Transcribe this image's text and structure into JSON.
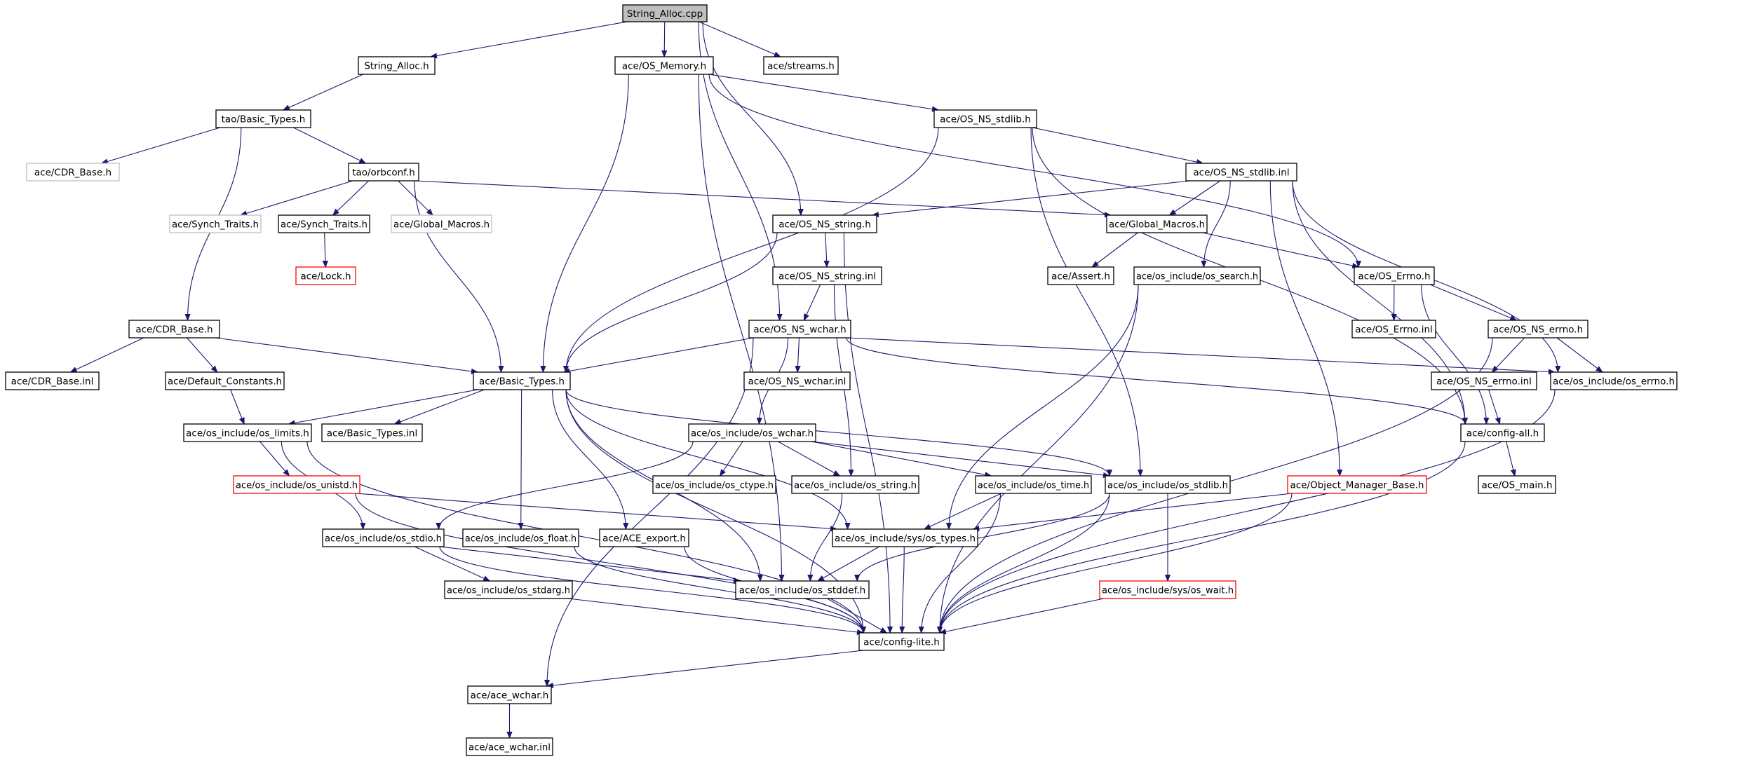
{
  "diagram": {
    "title": "String_Alloc.cpp",
    "nodes": [
      {
        "id": "root",
        "label": "String_Alloc.cpp",
        "style": "root"
      },
      {
        "id": "string_alloc_h",
        "label": "String_Alloc.h",
        "style": "black"
      },
      {
        "id": "os_memory_h",
        "label": "ace/OS_Memory.h",
        "style": "black"
      },
      {
        "id": "streams_h",
        "label": "ace/streams.h",
        "style": "black"
      },
      {
        "id": "tao_basic_types_h",
        "label": "tao/Basic_Types.h",
        "style": "black"
      },
      {
        "id": "os_ns_stdlib_h",
        "label": "ace/OS_NS_stdlib.h",
        "style": "black"
      },
      {
        "id": "cdr_base_gray",
        "label": "ace/CDR_Base.h",
        "style": "gray"
      },
      {
        "id": "orbconf_h",
        "label": "tao/orbconf.h",
        "style": "black"
      },
      {
        "id": "os_ns_stdlib_inl",
        "label": "ace/OS_NS_stdlib.inl",
        "style": "black"
      },
      {
        "id": "synch_traits_gray",
        "label": "ace/Synch_Traits.h",
        "style": "gray"
      },
      {
        "id": "synch_traits_h",
        "label": "ace/Synch_Traits.h",
        "style": "black"
      },
      {
        "id": "global_macros_gray",
        "label": "ace/Global_Macros.h",
        "style": "gray"
      },
      {
        "id": "os_ns_string_h",
        "label": "ace/OS_NS_string.h",
        "style": "black"
      },
      {
        "id": "global_macros_h",
        "label": "ace/Global_Macros.h",
        "style": "black"
      },
      {
        "id": "lock_h",
        "label": "ace/Lock.h",
        "style": "red"
      },
      {
        "id": "os_ns_string_inl",
        "label": "ace/OS_NS_string.inl",
        "style": "black"
      },
      {
        "id": "assert_h",
        "label": "ace/Assert.h",
        "style": "black"
      },
      {
        "id": "os_search_h",
        "label": "ace/os_include/os_search.h",
        "style": "black"
      },
      {
        "id": "os_errno_h",
        "label": "ace/OS_Errno.h",
        "style": "black"
      },
      {
        "id": "cdr_base_h",
        "label": "ace/CDR_Base.h",
        "style": "black"
      },
      {
        "id": "os_ns_wchar_h",
        "label": "ace/OS_NS_wchar.h",
        "style": "black"
      },
      {
        "id": "os_errno_inl",
        "label": "ace/OS_Errno.inl",
        "style": "black"
      },
      {
        "id": "os_ns_errno_h",
        "label": "ace/OS_NS_errno.h",
        "style": "black"
      },
      {
        "id": "cdr_base_inl",
        "label": "ace/CDR_Base.inl",
        "style": "black"
      },
      {
        "id": "default_constants_h",
        "label": "ace/Default_Constants.h",
        "style": "black"
      },
      {
        "id": "basic_types_h",
        "label": "ace/Basic_Types.h",
        "style": "black"
      },
      {
        "id": "os_ns_wchar_inl",
        "label": "ace/OS_NS_wchar.inl",
        "style": "black"
      },
      {
        "id": "os_ns_errno_inl",
        "label": "ace/OS_NS_errno.inl",
        "style": "black"
      },
      {
        "id": "os_include_os_errno_h",
        "label": "ace/os_include/os_errno.h",
        "style": "black"
      },
      {
        "id": "os_limits_h",
        "label": "ace/os_include/os_limits.h",
        "style": "black"
      },
      {
        "id": "basic_types_inl",
        "label": "ace/Basic_Types.inl",
        "style": "black"
      },
      {
        "id": "os_wchar_h",
        "label": "ace/os_include/os_wchar.h",
        "style": "black"
      },
      {
        "id": "config_all_h",
        "label": "ace/config-all.h",
        "style": "black"
      },
      {
        "id": "os_unistd_h",
        "label": "ace/os_include/os_unistd.h",
        "style": "red"
      },
      {
        "id": "os_ctype_h",
        "label": "ace/os_include/os_ctype.h",
        "style": "black"
      },
      {
        "id": "os_string_h",
        "label": "ace/os_include/os_string.h",
        "style": "black"
      },
      {
        "id": "os_time_h",
        "label": "ace/os_include/os_time.h",
        "style": "black"
      },
      {
        "id": "os_stdlib_h",
        "label": "ace/os_include/os_stdlib.h",
        "style": "black"
      },
      {
        "id": "object_manager_base_h",
        "label": "ace/Object_Manager_Base.h",
        "style": "red"
      },
      {
        "id": "os_main_h",
        "label": "ace/OS_main.h",
        "style": "black"
      },
      {
        "id": "os_stdio_h",
        "label": "ace/os_include/os_stdio.h",
        "style": "black"
      },
      {
        "id": "os_float_h",
        "label": "ace/os_include/os_float.h",
        "style": "black"
      },
      {
        "id": "ace_export_h",
        "label": "ace/ACE_export.h",
        "style": "black"
      },
      {
        "id": "sys_os_types_h",
        "label": "ace/os_include/sys/os_types.h",
        "style": "black"
      },
      {
        "id": "os_stdarg_h",
        "label": "ace/os_include/os_stdarg.h",
        "style": "black"
      },
      {
        "id": "os_stddef_h",
        "label": "ace/os_include/os_stddef.h",
        "style": "black"
      },
      {
        "id": "sys_os_wait_h",
        "label": "ace/os_include/sys/os_wait.h",
        "style": "red"
      },
      {
        "id": "config_lite_h",
        "label": "ace/config-lite.h",
        "style": "black"
      },
      {
        "id": "ace_wchar_h",
        "label": "ace/ace_wchar.h",
        "style": "black"
      },
      {
        "id": "ace_wchar_inl",
        "label": "ace/ace_wchar.inl",
        "style": "black"
      }
    ],
    "edges": [
      [
        "root",
        "string_alloc_h"
      ],
      [
        "root",
        "os_memory_h"
      ],
      [
        "root",
        "streams_h"
      ],
      [
        "root",
        "os_ns_string_h"
      ],
      [
        "root",
        "os_ns_wchar_h"
      ],
      [
        "string_alloc_h",
        "tao_basic_types_h"
      ],
      [
        "tao_basic_types_h",
        "cdr_base_gray"
      ],
      [
        "tao_basic_types_h",
        "orbconf_h"
      ],
      [
        "tao_basic_types_h",
        "cdr_base_h"
      ],
      [
        "orbconf_h",
        "synch_traits_gray"
      ],
      [
        "orbconf_h",
        "synch_traits_h"
      ],
      [
        "orbconf_h",
        "global_macros_gray"
      ],
      [
        "orbconf_h",
        "global_macros_h"
      ],
      [
        "orbconf_h",
        "basic_types_h"
      ],
      [
        "synch_traits_h",
        "lock_h"
      ],
      [
        "os_memory_h",
        "os_ns_stdlib_h"
      ],
      [
        "os_memory_h",
        "basic_types_h"
      ],
      [
        "os_memory_h",
        "os_errno_h"
      ],
      [
        "os_memory_h",
        "os_stddef_h"
      ],
      [
        "os_ns_stdlib_h",
        "os_ns_stdlib_inl"
      ],
      [
        "os_ns_stdlib_h",
        "basic_types_h"
      ],
      [
        "os_ns_stdlib_h",
        "os_stdlib_h"
      ],
      [
        "os_ns_stdlib_h",
        "config_all_h"
      ],
      [
        "os_ns_stdlib_inl",
        "os_ns_string_h"
      ],
      [
        "os_ns_stdlib_inl",
        "global_macros_h"
      ],
      [
        "os_ns_stdlib_inl",
        "os_search_h"
      ],
      [
        "os_ns_stdlib_inl",
        "object_manager_base_h"
      ],
      [
        "os_ns_stdlib_inl",
        "os_include_os_errno_h"
      ],
      [
        "os_ns_stdlib_inl",
        "config_all_h"
      ],
      [
        "os_ns_string_h",
        "os_ns_string_inl"
      ],
      [
        "os_ns_string_h",
        "basic_types_h"
      ],
      [
        "os_ns_string_h",
        "config_lite_h"
      ],
      [
        "os_ns_string_inl",
        "os_ns_wchar_h"
      ],
      [
        "os_ns_string_inl",
        "os_string_h"
      ],
      [
        "global_macros_h",
        "assert_h"
      ],
      [
        "global_macros_h",
        "os_errno_h"
      ],
      [
        "os_search_h",
        "sys_os_types_h"
      ],
      [
        "os_search_h",
        "config_lite_h"
      ],
      [
        "os_errno_h",
        "os_errno_inl"
      ],
      [
        "os_errno_h",
        "os_ns_errno_h"
      ],
      [
        "os_errno_h",
        "config_all_h"
      ],
      [
        "os_ns_errno_h",
        "os_ns_errno_inl"
      ],
      [
        "os_ns_errno_h",
        "os_include_os_errno_h"
      ],
      [
        "os_ns_errno_h",
        "config_lite_h"
      ],
      [
        "os_ns_errno_inl",
        "config_all_h"
      ],
      [
        "os_include_os_errno_h",
        "config_lite_h"
      ],
      [
        "cdr_base_h",
        "cdr_base_inl"
      ],
      [
        "cdr_base_h",
        "default_constants_h"
      ],
      [
        "cdr_base_h",
        "basic_types_h"
      ],
      [
        "default_constants_h",
        "os_limits_h"
      ],
      [
        "os_ns_wchar_h",
        "basic_types_h"
      ],
      [
        "os_ns_wchar_h",
        "os_ns_wchar_inl"
      ],
      [
        "os_ns_wchar_h",
        "os_wchar_h"
      ],
      [
        "os_ns_wchar_h",
        "os_include_os_errno_h"
      ],
      [
        "os_ns_wchar_h",
        "config_all_h"
      ],
      [
        "os_ns_wchar_h",
        "ace_wchar_h"
      ],
      [
        "basic_types_h",
        "os_limits_h"
      ],
      [
        "basic_types_h",
        "basic_types_inl"
      ],
      [
        "basic_types_h",
        "os_float_h"
      ],
      [
        "basic_types_h",
        "ace_export_h"
      ],
      [
        "basic_types_h",
        "sys_os_types_h"
      ],
      [
        "basic_types_h",
        "os_stddef_h"
      ],
      [
        "basic_types_h",
        "os_stdlib_h"
      ],
      [
        "basic_types_h",
        "config_lite_h"
      ],
      [
        "os_limits_h",
        "os_unistd_h"
      ],
      [
        "os_limits_h",
        "os_stdio_h"
      ],
      [
        "os_limits_h",
        "config_lite_h"
      ],
      [
        "os_unistd_h",
        "sys_os_types_h"
      ],
      [
        "os_unistd_h",
        "config_lite_h"
      ],
      [
        "os_wchar_h",
        "os_ctype_h"
      ],
      [
        "os_wchar_h",
        "os_string_h"
      ],
      [
        "os_wchar_h",
        "os_time_h"
      ],
      [
        "os_wchar_h",
        "os_stdlib_h"
      ],
      [
        "os_wchar_h",
        "os_stdio_h"
      ],
      [
        "os_string_h",
        "os_stddef_h"
      ],
      [
        "os_time_h",
        "sys_os_types_h"
      ],
      [
        "os_time_h",
        "config_lite_h"
      ],
      [
        "os_stdlib_h",
        "os_stddef_h"
      ],
      [
        "os_stdlib_h",
        "sys_os_wait_h"
      ],
      [
        "os_stdlib_h",
        "config_lite_h"
      ],
      [
        "object_manager_base_h",
        "sys_os_types_h"
      ],
      [
        "object_manager_base_h",
        "config_lite_h"
      ],
      [
        "config_all_h",
        "os_main_h"
      ],
      [
        "config_all_h",
        "config_lite_h"
      ],
      [
        "os_stdio_h",
        "os_stdarg_h"
      ],
      [
        "os_stdio_h",
        "os_stddef_h"
      ],
      [
        "os_stdio_h",
        "config_lite_h"
      ],
      [
        "os_float_h",
        "config_lite_h"
      ],
      [
        "ace_export_h",
        "config_lite_h"
      ],
      [
        "sys_os_types_h",
        "os_stddef_h"
      ],
      [
        "sys_os_types_h",
        "config_lite_h"
      ],
      [
        "os_stdarg_h",
        "config_lite_h"
      ],
      [
        "os_stddef_h",
        "config_lite_h"
      ],
      [
        "sys_os_wait_h",
        "config_lite_h"
      ],
      [
        "config_lite_h",
        "ace_wchar_h"
      ],
      [
        "ace_wchar_h",
        "ace_wchar_inl"
      ]
    ]
  }
}
